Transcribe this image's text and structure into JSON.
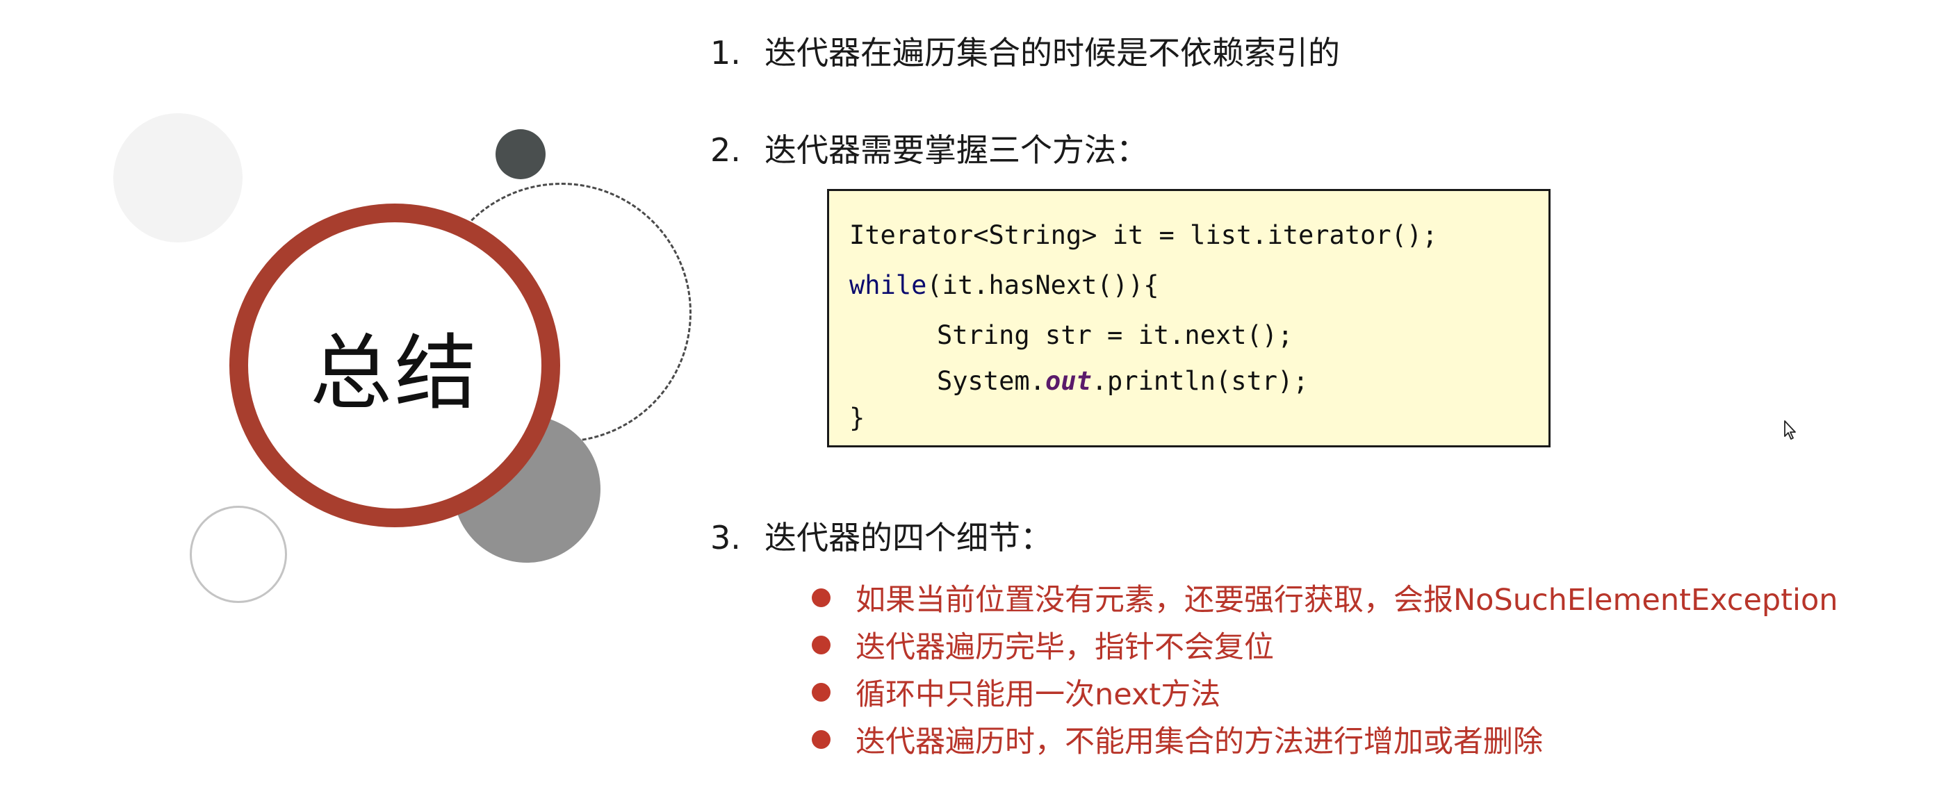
{
  "slide": {
    "title": "总结",
    "colors": {
      "accent_red": "#a83e2e",
      "bullet_red": "#b8352a",
      "code_bg": "#fffbd3",
      "dark_circle": "#4a4f4f",
      "gray_circle": "#919191"
    },
    "points": [
      {
        "number": "1.",
        "text": "迭代器在遍历集合的时候是不依赖索引的"
      },
      {
        "number": "2.",
        "text": "迭代器需要掌握三个方法："
      },
      {
        "number": "3.",
        "text": "迭代器的四个细节："
      }
    ],
    "code": {
      "lines": [
        {
          "indent": "",
          "parts": [
            "Iterator<String> it = list.iterator();"
          ]
        },
        {
          "indent": "",
          "keyword": "while",
          "rest": "(it.hasNext()){"
        },
        {
          "indent": "      ",
          "parts": [
            "String str = it.next();"
          ]
        },
        {
          "indent": "      ",
          "prefix": "System.",
          "field": "out",
          "suffix": ".println(str);"
        },
        {
          "indent": "",
          "parts": [
            "}"
          ]
        }
      ]
    },
    "details": [
      "如果当前位置没有元素，还要强行获取，会报NoSuchElementException",
      "迭代器遍历完毕，指针不会复位",
      "循环中只能用一次next方法",
      "迭代器遍历时，不能用集合的方法进行增加或者删除"
    ],
    "icons": {
      "bullet": "filled-circle",
      "cursor": "mouse-pointer"
    }
  }
}
